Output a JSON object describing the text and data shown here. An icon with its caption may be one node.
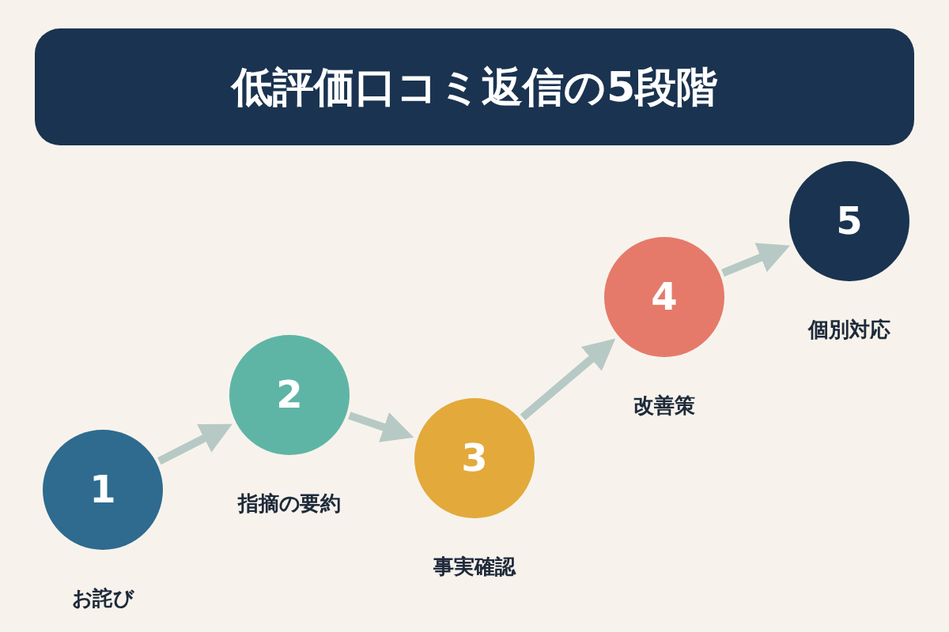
{
  "diagram": {
    "title": "低評価口コミ返信の5段階",
    "nodes": [
      {
        "text": [
          "1"
        ],
        "beside": [
          "お詫び"
        ]
      },
      {
        "text": [
          "2"
        ],
        "beside": [
          "指摘の要約"
        ]
      },
      {
        "text": [
          "3"
        ],
        "beside": [
          "事実確認"
        ]
      },
      {
        "text": [
          "4"
        ],
        "beside": [
          "改善策"
        ]
      },
      {
        "text": [
          "5"
        ],
        "beside": [
          "個別対応"
        ]
      }
    ],
    "edges": [
      {
        "from": 0,
        "to": 1,
        "arrow": "to"
      },
      {
        "from": 1,
        "to": 2,
        "arrow": "to"
      },
      {
        "from": 2,
        "to": 3,
        "arrow": "to"
      },
      {
        "from": 3,
        "to": 4,
        "arrow": "to"
      }
    ]
  }
}
